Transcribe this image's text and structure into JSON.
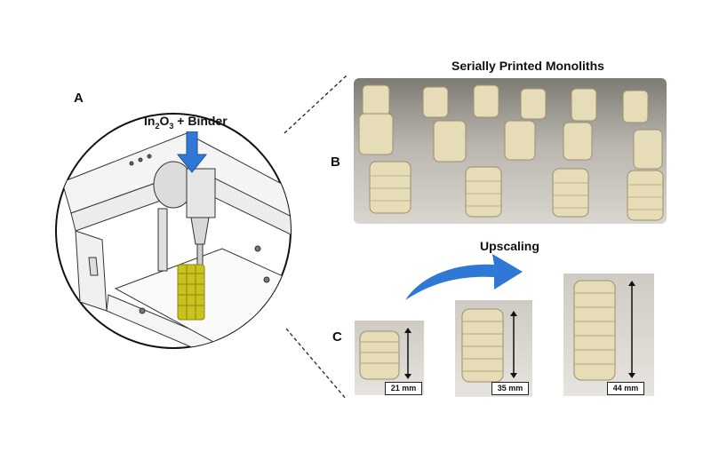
{
  "panels": {
    "a": {
      "letter": "A",
      "caption_main": "In",
      "caption_sub1": "2",
      "caption_mid": "O",
      "caption_sub2": "3",
      "caption_tail": " + Binder"
    },
    "b": {
      "letter": "B",
      "title": "Serially Printed Monoliths"
    },
    "c": {
      "letter": "C",
      "title": "Upscaling",
      "samples": [
        {
          "height_label": "21 mm"
        },
        {
          "height_label": "35 mm"
        },
        {
          "height_label": "44 mm"
        }
      ]
    }
  },
  "colors": {
    "arrow_blue": "#2f78d6",
    "printed_part": "#c9c21e",
    "monolith": "#e6dcb8",
    "line": "#222222"
  }
}
